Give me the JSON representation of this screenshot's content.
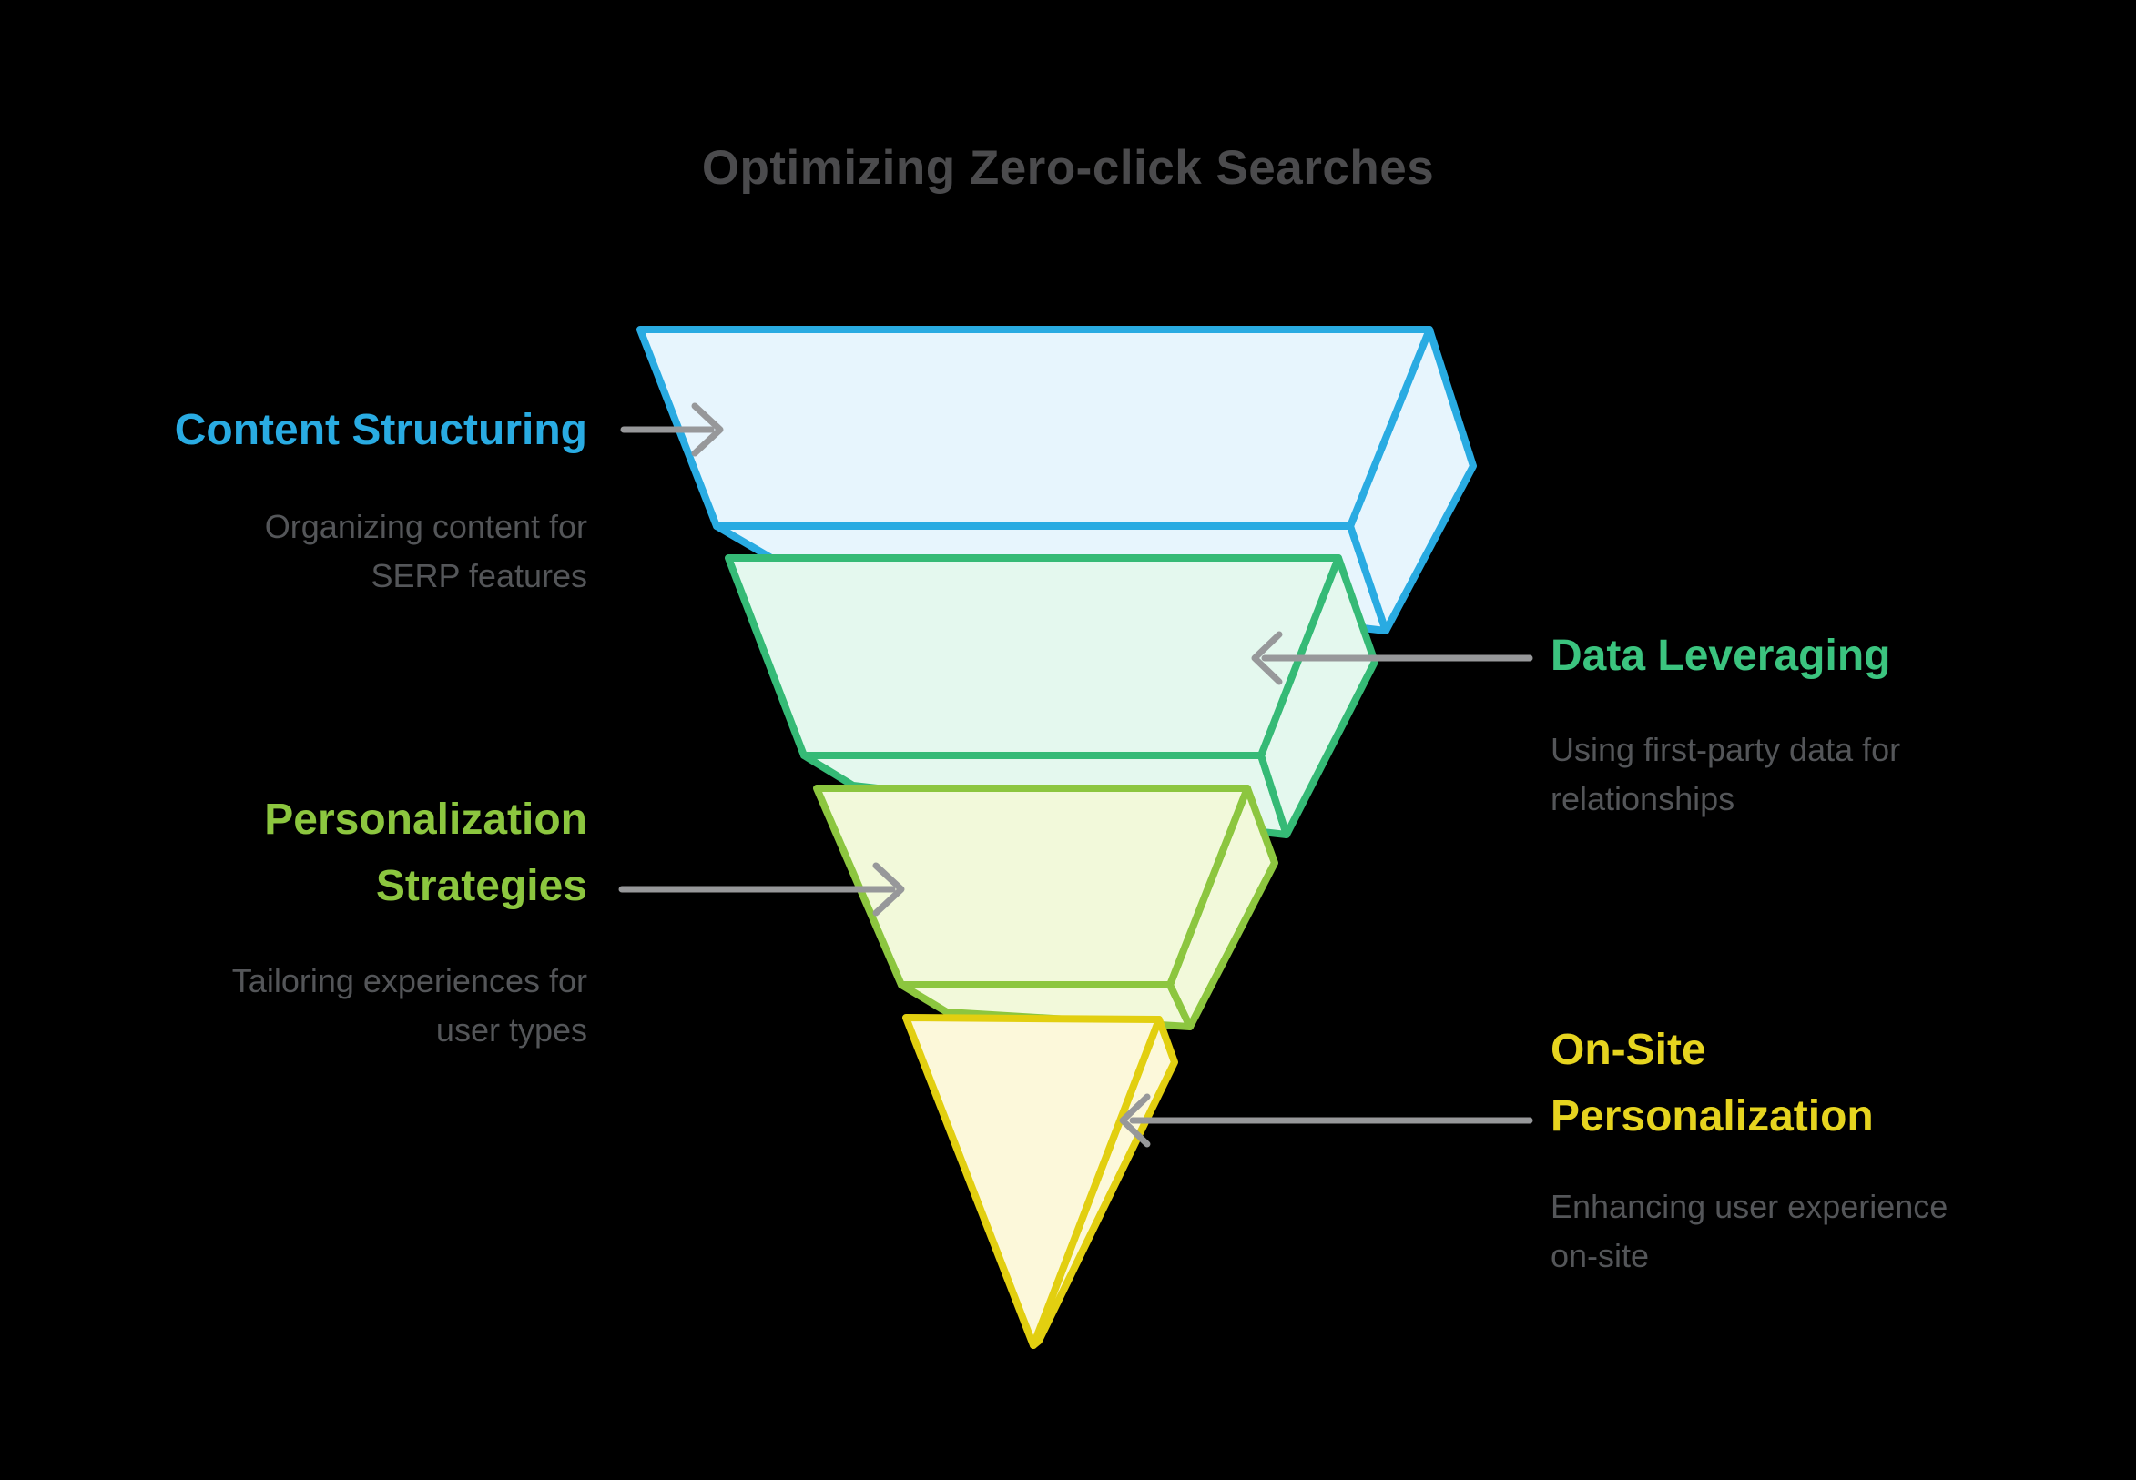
{
  "title": {
    "text": "Optimizing Zero-click Searches",
    "color": "#4B4B4D"
  },
  "colors": {
    "background": "#000000",
    "arrow": "#97989A",
    "subtitle_text": "#545659"
  },
  "funnel": {
    "tiers": [
      {
        "name": "Content Structuring",
        "fill": "#E7F5FD",
        "stroke": "#29ABE2"
      },
      {
        "name": "Data Leveraging",
        "fill": "#E4F8EE",
        "stroke": "#35BA76"
      },
      {
        "name": "Personalization Strategies",
        "fill": "#F2F9DA",
        "stroke": "#8CC63F"
      },
      {
        "name": "On-Site Personalization",
        "fill": "#FCF8DA",
        "stroke": "#E2CF10"
      }
    ]
  },
  "labels": {
    "content_structuring": {
      "title": "Content Structuring",
      "title_color": "#29ABE2",
      "desc_line1": "Organizing content for",
      "desc_line2": "SERP features"
    },
    "data_leveraging": {
      "title": "Data Leveraging",
      "title_color": "#3BC47F",
      "desc_line1": "Using first-party data for",
      "desc_line2": "relationships"
    },
    "personalization_strategies": {
      "title_line1": "Personalization",
      "title_line2": "Strategies",
      "title_color": "#8CC63F",
      "desc_line1": "Tailoring experiences for",
      "desc_line2": "user types"
    },
    "onsite_personalization": {
      "title_line1": "On-Site",
      "title_line2": "Personalization",
      "title_color": "#E6D41F",
      "desc_line1": "Enhancing user experience",
      "desc_line2": "on-site"
    }
  }
}
